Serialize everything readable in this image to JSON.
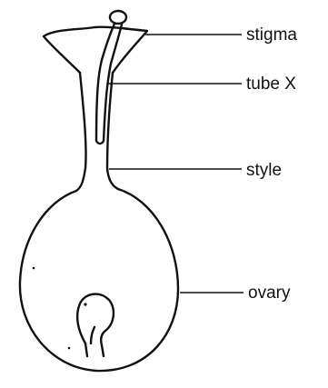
{
  "labels": {
    "stigma": "stigma",
    "tube": "tube X",
    "style": "style",
    "ovary": "ovary"
  },
  "colors": {
    "ink": "#111111",
    "background": "#ffffff"
  }
}
